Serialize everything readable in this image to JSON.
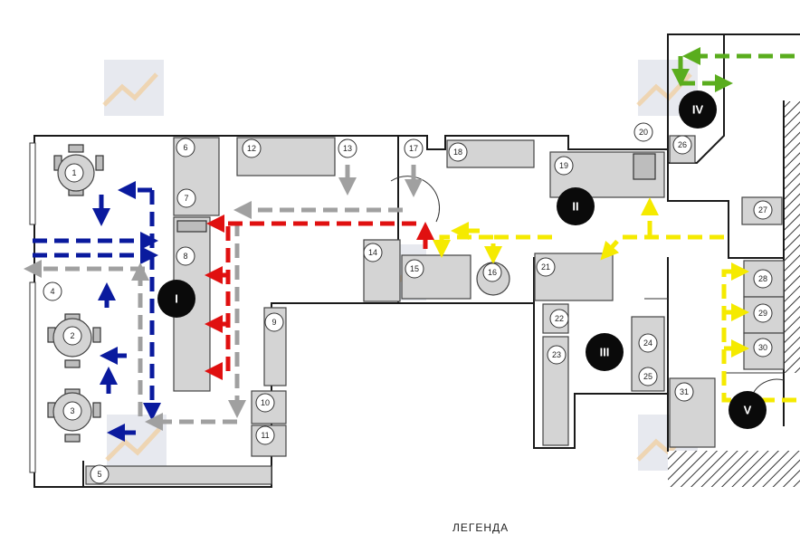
{
  "plan": {
    "zones": [
      "I",
      "II",
      "III",
      "IV",
      "V"
    ],
    "numbers": [
      "1",
      "2",
      "3",
      "4",
      "5",
      "6",
      "7",
      "8",
      "9",
      "10",
      "11",
      "12",
      "13",
      "14",
      "15",
      "16",
      "17",
      "18",
      "19",
      "20",
      "21",
      "22",
      "23",
      "24",
      "25",
      "26",
      "27",
      "28",
      "29",
      "30",
      "31"
    ],
    "caption": "ЛЕГЕНДА"
  },
  "colors": {
    "blue_flow": "#0a1a9e",
    "red_flow": "#e01010",
    "gray_flow": "#a0a0a0",
    "yellow_flow": "#f5ea00",
    "green_flow": "#5aad1e",
    "equipment": "#d4d4d4",
    "zone_marker": "#0a0a0a"
  }
}
